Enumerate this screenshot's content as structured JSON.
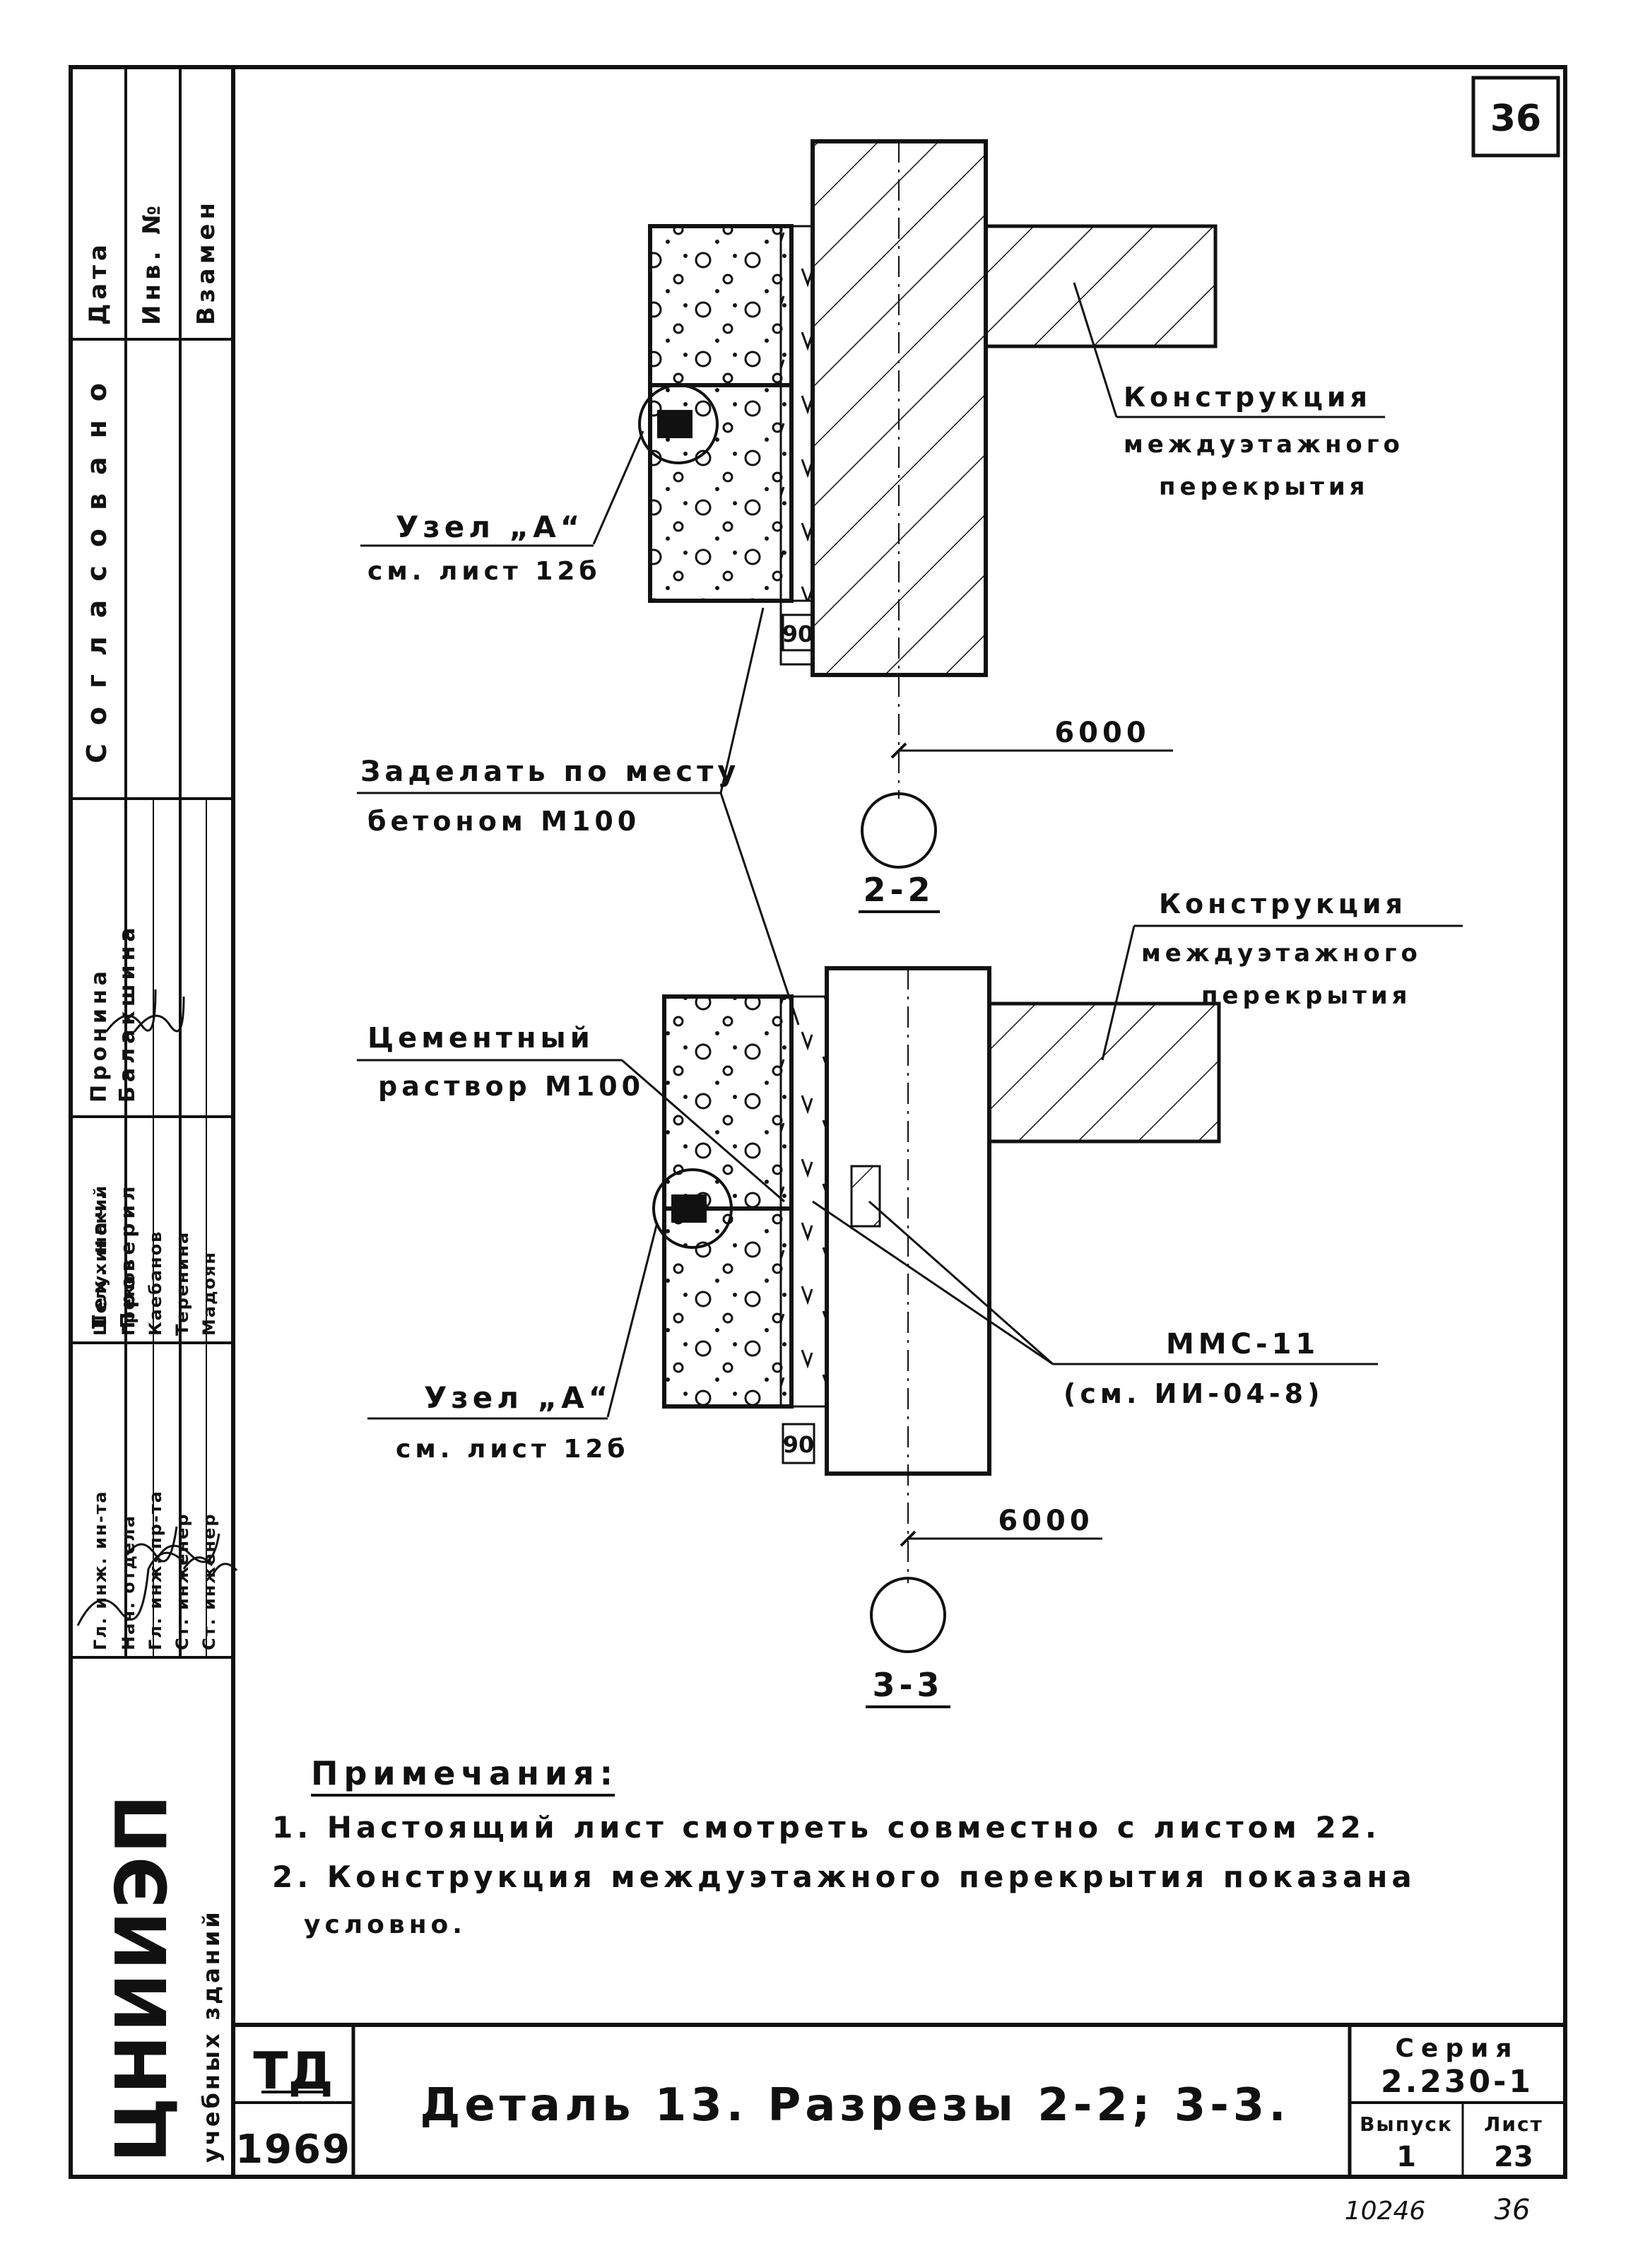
{
  "sheet_number": "36",
  "labels": {
    "floor_construction_top": [
      "Конструкция",
      "междуэтажного",
      "перекрытия"
    ],
    "node_a_top": "Узел „А“",
    "node_a_top_ref": "см. лист 12б",
    "dim_90_top": "90",
    "dim_6000_top": "6000",
    "fill_note": [
      "Заделать по месту",
      "бетоном М100"
    ],
    "section_2": "2-2",
    "floor_construction_bottom": [
      "Конструкция",
      "междуэтажного",
      "перекрытия"
    ],
    "cement_mortar": [
      "Цементный",
      "раствор М100"
    ],
    "mms_11": "ММС-11",
    "mms_11_ref": "(см. ИИ-04-8)",
    "node_a_bottom": "Узел „А“",
    "node_a_bottom_ref": "см. лист 12б",
    "dim_90_bottom": "90",
    "dim_6000_bottom": "6000",
    "section_3": "3-3"
  },
  "notes": {
    "title": "Примечания:",
    "items": [
      "1. Настоящий лист смотреть совместно с листом 22.",
      "2. Конструкция междуэтажного перекрытия показана",
      "условно."
    ]
  },
  "left_strip": {
    "top_headers": [
      "Дата",
      "Инв. №",
      "Взамен"
    ],
    "agreed": "Согласовано",
    "check_columns": [
      "Пронина",
      "Балакшина"
    ],
    "role_col_1": [
      "Гл. инж. ин-та",
      "Нач. отдела",
      "Гл. инж. пр-та",
      "Ст. инженер",
      "Ст. инженер"
    ],
    "role_col_2": [
      "Шелухинский",
      "Греков",
      "Каебанов",
      "Теренина",
      "Мадоян"
    ],
    "role_col_3": [
      "Тех. нач.",
      "Проверил"
    ],
    "org": "ЦНИИЭП",
    "org_sub": "учебных зданий"
  },
  "title_block": {
    "td": "ТД",
    "year": "1969",
    "title": "Деталь 13. Разрезы 2-2; 3-3.",
    "series_label": "Серия",
    "series_value": "2.230-1",
    "issue_label": "Выпуск",
    "issue_value": "1",
    "sheet_label": "Лист",
    "sheet_value": "23"
  },
  "footer": {
    "code": "10246",
    "page": "36"
  }
}
